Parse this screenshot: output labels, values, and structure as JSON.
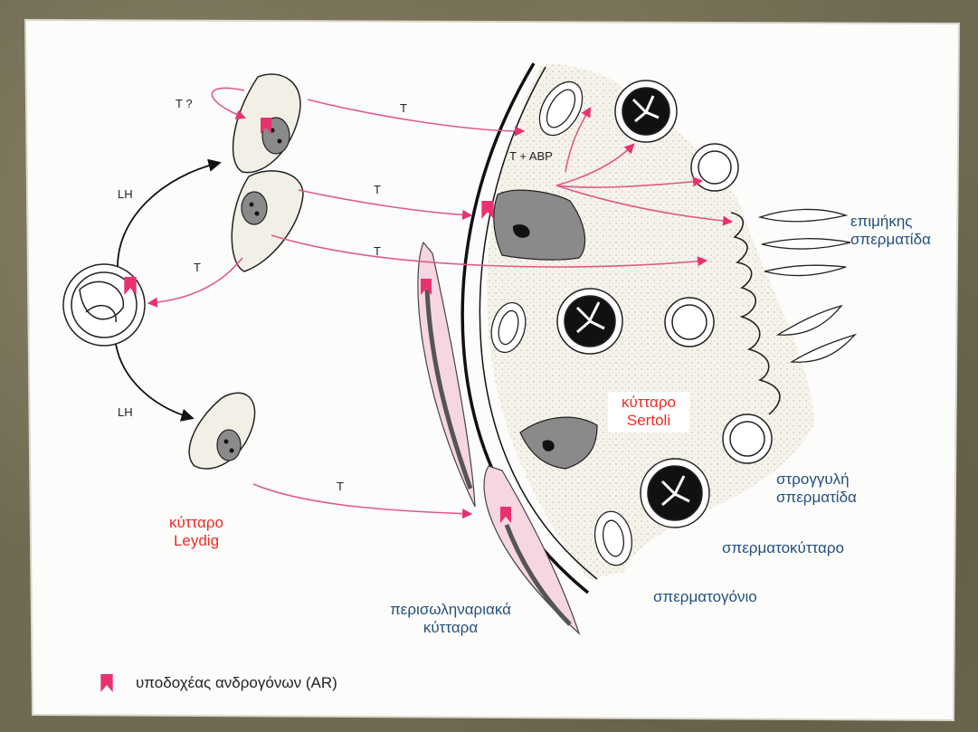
{
  "labels": {
    "leydig_cell": [
      "κύτταρο",
      "Leydig"
    ],
    "sertoli_cell": [
      "κύτταρο",
      "Sertoli"
    ],
    "elongated_spermatid": [
      "επιμήκης",
      "σπερματίδα"
    ],
    "round_spermatid": [
      "στρογγυλή",
      "σπερματίδα"
    ],
    "spermatocyte": "σπερματοκύτταρο",
    "spermatogonium": "σπερματογόνιο",
    "peritubular_cells": [
      "περισωληναριακά",
      "κύτταρα"
    ],
    "legend": "υποδοχέας ανδρογόνων (AR)",
    "hormones": {
      "t_question": "T ?",
      "t": "T",
      "lh": "LH",
      "t_abp": "T + ABP"
    }
  },
  "colors": {
    "paper": "#fcfcfa",
    "receptor": "#e8326f",
    "arrow_pink": "#e05a86",
    "cell_fill": "#f1efe6",
    "nucleus": "#8a8a8a",
    "label_red": "#ee2a24",
    "label_blue": "#25507e",
    "peritubular_fill": "#f6d6e0"
  }
}
